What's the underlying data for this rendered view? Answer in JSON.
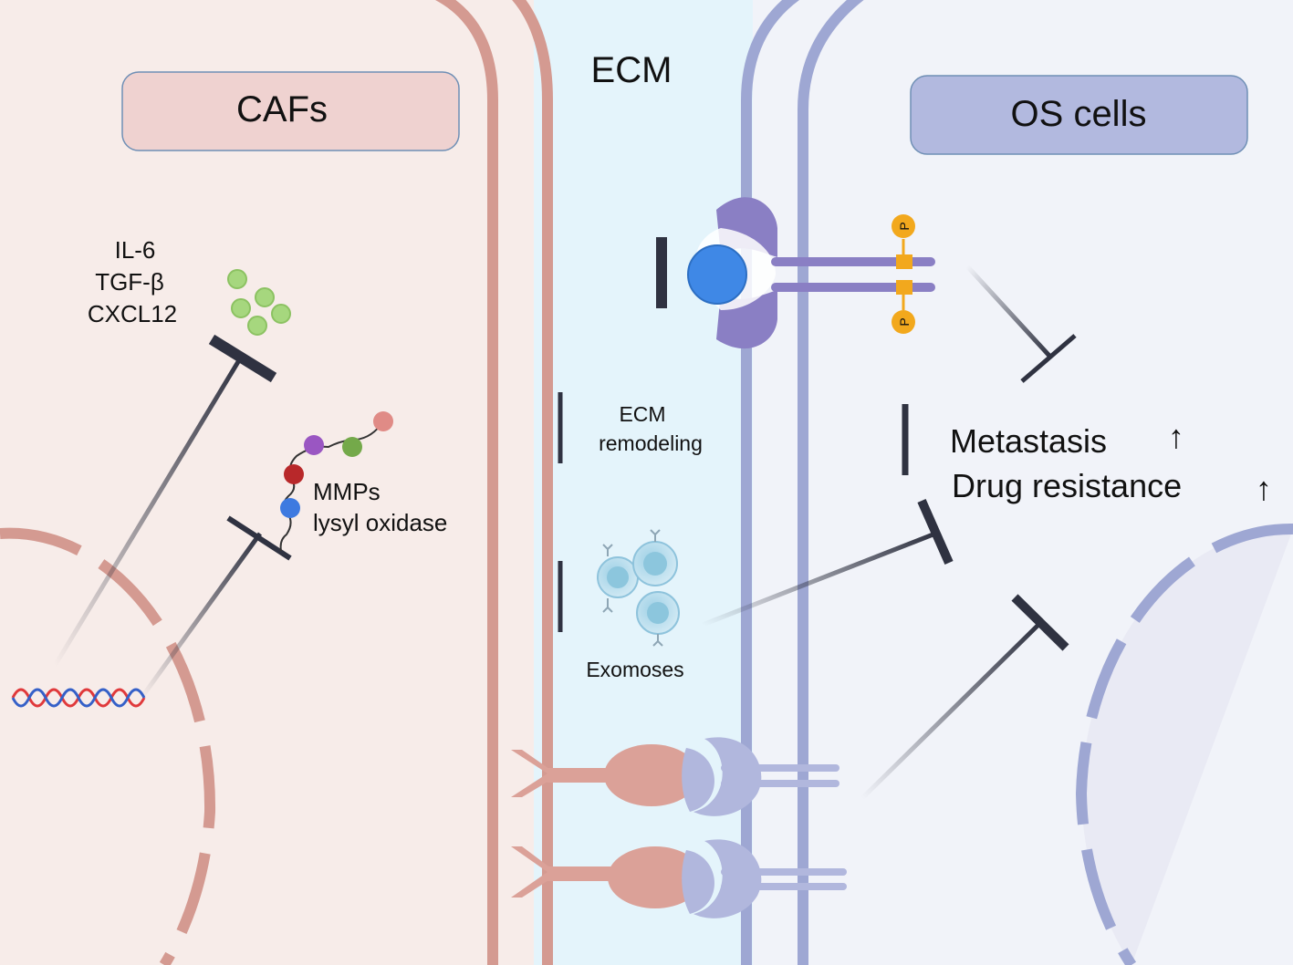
{
  "colors": {
    "caf_bg": "#f7ece9",
    "ecm_bg": "#e4f4fb",
    "os_bg": "#f1f3f9",
    "caf_membrane": "#d49a91",
    "os_membrane": "#9ea7d3",
    "inhibit_line": "#2f3241",
    "receptor": "#8a7fc4",
    "ligand": "#3f88e6",
    "phospho": "#f2a81d",
    "cytokine": "#a6d77e"
  },
  "regions": {
    "caf_label": "CAFs",
    "ecm_label": "ECM",
    "os_label": "OS cells"
  },
  "factors": {
    "cytokines": [
      "IL-6",
      "TGF-β",
      "CXCL12"
    ],
    "enzymes": [
      "MMPs",
      "lysyl oxidase"
    ],
    "ecm_remodeling": [
      "ECM",
      "remodeling"
    ],
    "exosomes": "Exomoses",
    "phospho_mark": "P"
  },
  "outcomes": {
    "metastasis": "Metastasis",
    "drug_resistance": "Drug resistance",
    "arrow": "↑"
  }
}
